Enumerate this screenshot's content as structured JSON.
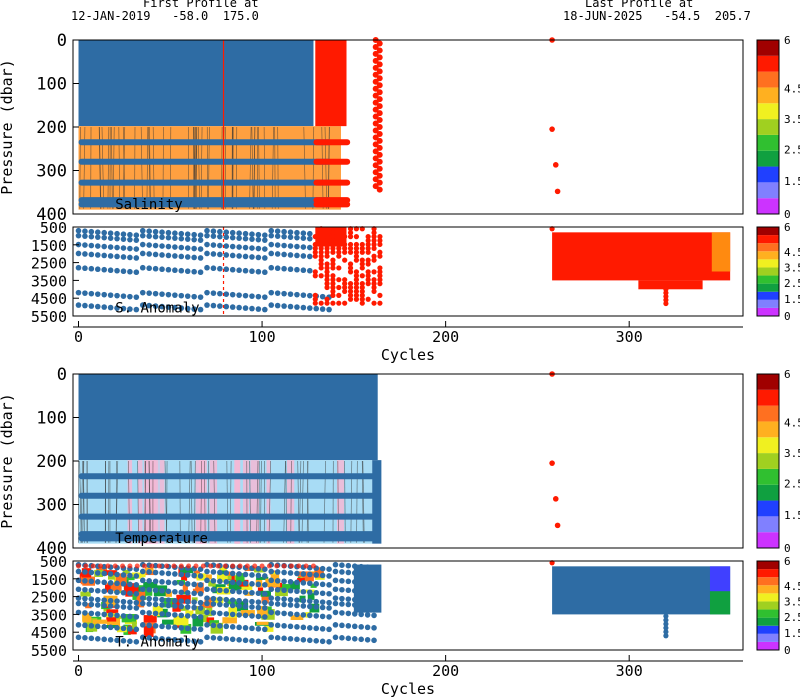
{
  "header": {
    "first_label": "First Profile at",
    "first_value": "12-JAN-2019   -58.0  175.0",
    "last_label": "Last Profile at",
    "last_value": "18-JUN-2025   -54.5  205.7"
  },
  "colors": {
    "dot_blue": "#2e6ca4",
    "red": "#ff1a00",
    "orange": "#ffa040",
    "light_blue": "#a8dcf5",
    "pink": "#f5b8d5",
    "cyan": "#a0f0f0",
    "bad_red": "#ff1a00"
  },
  "chart_data": [
    {
      "type": "heatmap",
      "panel": "salinity",
      "label": "Salinity",
      "anomaly_label": "S. Anomaly",
      "ylabel": "Pressure (dbar)",
      "xlabel": "Cycles",
      "x_ticks": [
        0,
        100,
        200,
        300
      ],
      "xlim": [
        -3,
        362
      ],
      "upper_y_ticks": [
        0,
        100,
        200,
        300,
        400
      ],
      "upper_ylim": [
        400,
        0
      ],
      "lower_y_ticks": [
        500,
        1500,
        2500,
        3500,
        4500,
        5500
      ],
      "lower_ylim": [
        5500,
        500
      ],
      "colorbar_ticks": [
        "6",
        "4.5",
        "3.5",
        "2.5",
        "1.5",
        "0"
      ],
      "sparse_x_points": [
        {
          "x": 258,
          "p": 0
        },
        {
          "x": 258,
          "p": 205
        },
        {
          "x": 260,
          "p": 287
        },
        {
          "x": 261,
          "p": 348
        }
      ],
      "late_block": {
        "x_start": 258,
        "x_end": 355,
        "p_top": 800,
        "p_bottom": 3500
      }
    },
    {
      "type": "heatmap",
      "panel": "temperature",
      "label": "Temperature",
      "anomaly_label": "T. Anomaly",
      "ylabel": "Pressure (dbar)",
      "xlabel": "Cycles",
      "x_ticks": [
        0,
        100,
        200,
        300
      ],
      "xlim": [
        -3,
        362
      ],
      "upper_y_ticks": [
        0,
        100,
        200,
        300,
        400
      ],
      "upper_ylim": [
        400,
        0
      ],
      "lower_y_ticks": [
        500,
        1500,
        2500,
        3500,
        4500,
        5500
      ],
      "lower_ylim": [
        5500,
        500
      ],
      "colorbar_ticks": [
        "6",
        "4.5",
        "3.5",
        "2.5",
        "1.5",
        "0"
      ],
      "sparse_x_points": [
        {
          "x": 258,
          "p": 0
        },
        {
          "x": 258,
          "p": 205
        },
        {
          "x": 260,
          "p": 287
        },
        {
          "x": 261,
          "p": 348
        }
      ],
      "late_block": {
        "x_start": 258,
        "x_end": 355,
        "p_top": 800,
        "p_bottom": 3500
      }
    }
  ]
}
